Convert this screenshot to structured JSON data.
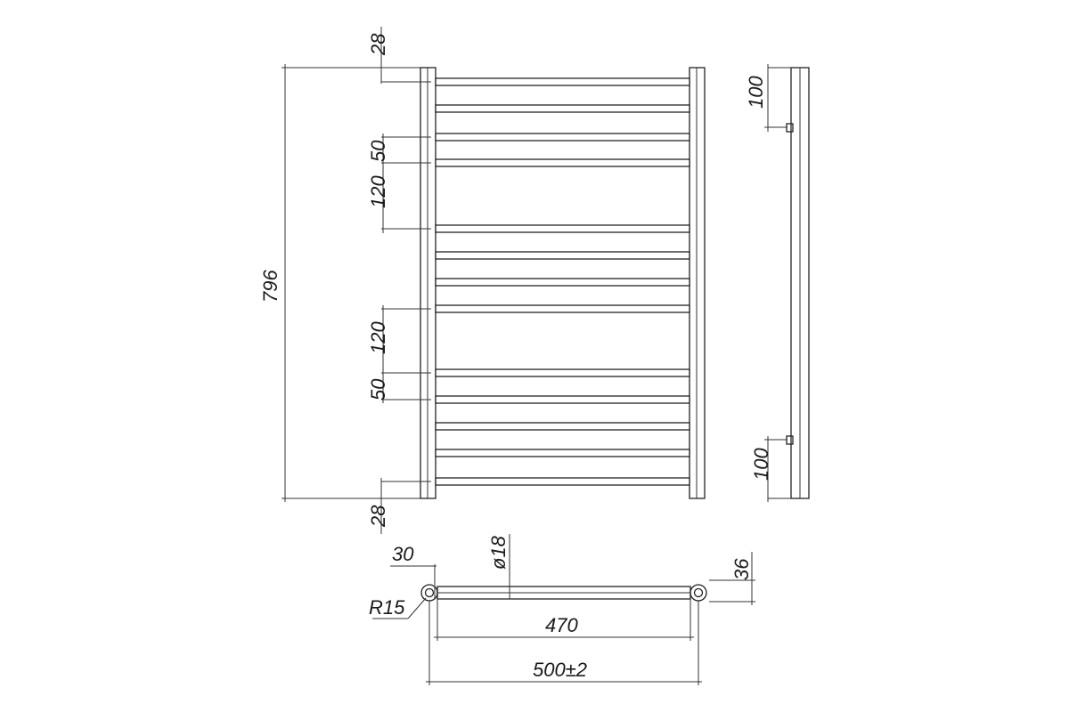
{
  "front_view": {
    "height_total": "796",
    "top_offset": "28",
    "bottom_offset": "28",
    "upper_gap_small": "50",
    "upper_gap_large": "120",
    "lower_gap_large": "120",
    "lower_gap_small": "50"
  },
  "side_view": {
    "top_mount": "100",
    "bottom_mount": "100"
  },
  "top_view": {
    "depth_left": "30",
    "depth_right": "36",
    "bar_diameter": "ø18",
    "radius": "R15",
    "center_width": "470",
    "overall_width": "500±2"
  }
}
